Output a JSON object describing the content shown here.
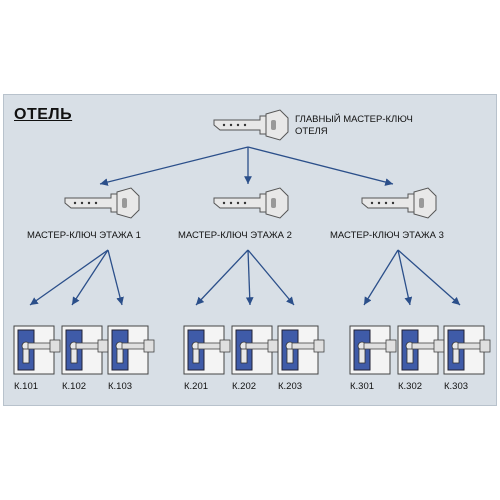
{
  "title": "ОТЕЛЬ",
  "main_key": {
    "label_line1": "ГЛАВНЫЙ МАСТЕР-КЛЮЧ",
    "label_line2": "ОТЕЛЯ"
  },
  "floor_keys": [
    {
      "label": "МАСТЕР-КЛЮЧ ЭТАЖА 1"
    },
    {
      "label": "МАСТЕР-КЛЮЧ ЭТАЖА 2"
    },
    {
      "label": "МАСТЕР-КЛЮЧ ЭТАЖА 3"
    }
  ],
  "rooms": [
    "К.101",
    "К.102",
    "К.103",
    "К.201",
    "К.202",
    "К.203",
    "К.301",
    "К.302",
    "К.303"
  ],
  "colors": {
    "panel": "#d8dfe6",
    "arrow": "#2b4f8a",
    "lock_plate": "#3f5ba8",
    "key": "#e6e6e6"
  }
}
